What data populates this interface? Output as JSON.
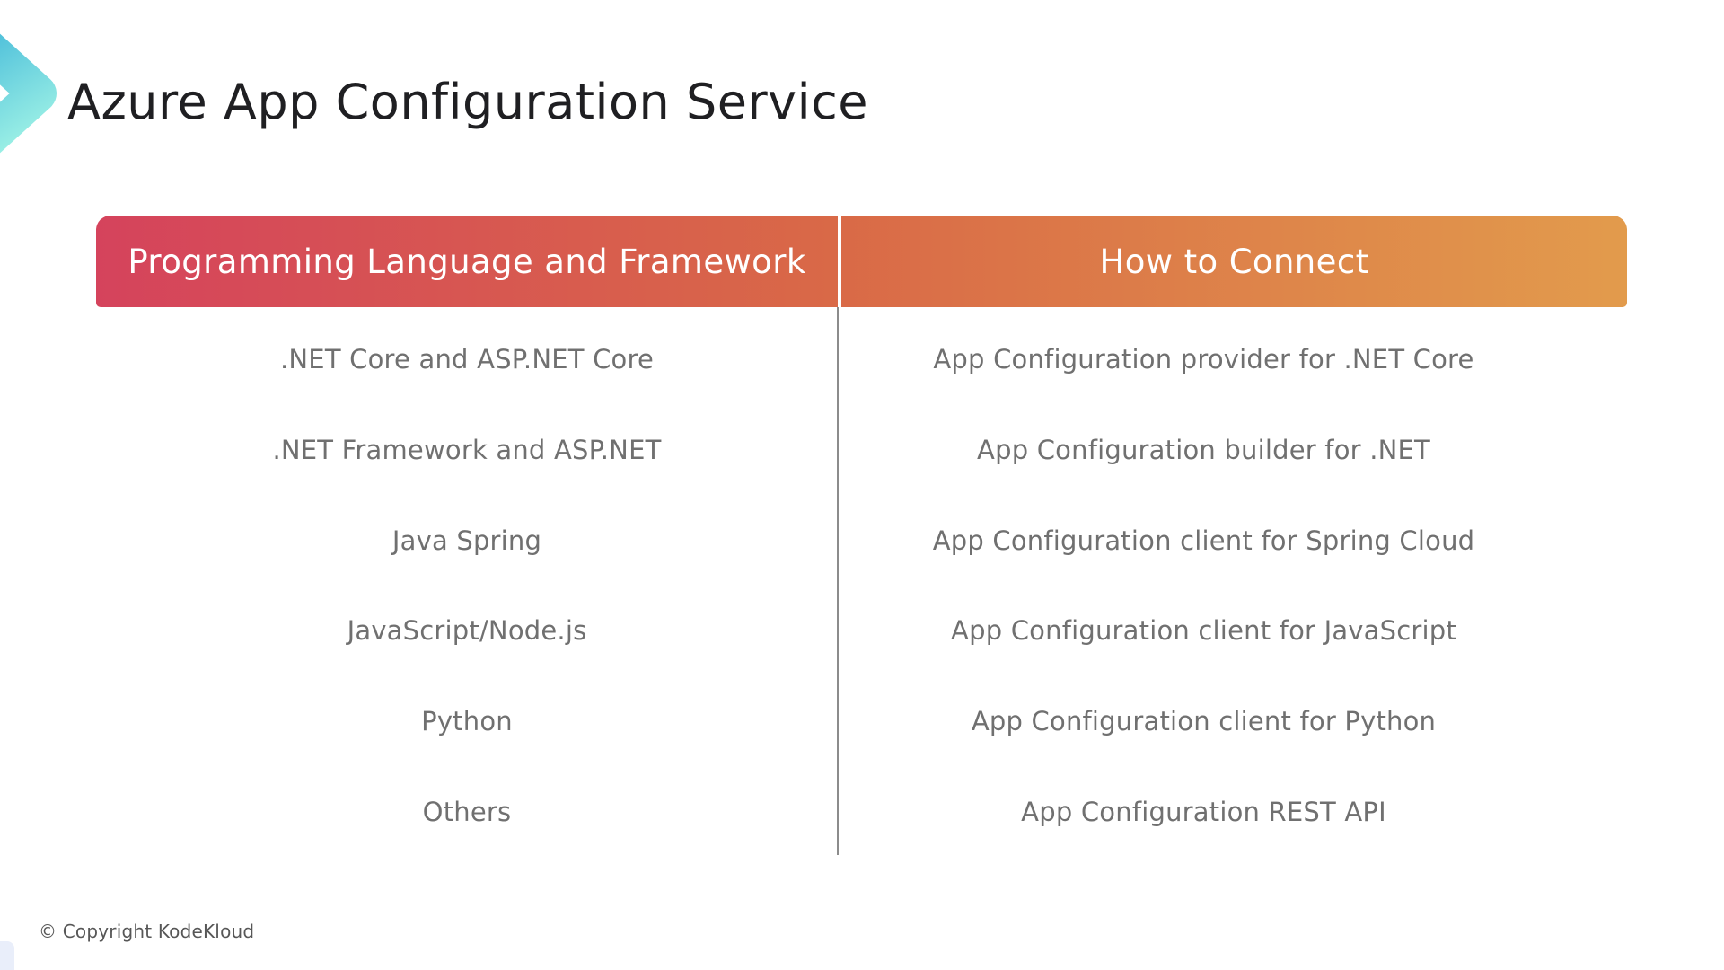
{
  "slide": {
    "title": "Azure App Configuration Service",
    "logo": {
      "name": "kodekloud-chevron-logo",
      "gradient_top": "#3eb5d8",
      "gradient_bottom": "#9aefe5"
    },
    "table": {
      "headers": [
        {
          "label": "Programming Language and Framework"
        },
        {
          "label": "How to Connect"
        }
      ],
      "header_gradient": [
        "#d5435c",
        "#d96947",
        "#e29b4c"
      ],
      "header_text_color": "#ffffff",
      "body_text_color": "#707070",
      "rows": [
        {
          "language": ".NET Core and ASP.NET Core",
          "connect": "App Configuration provider for .NET Core"
        },
        {
          "language": ".NET Framework and ASP.NET",
          "connect": "App Configuration builder for .NET"
        },
        {
          "language": "Java Spring",
          "connect": "App Configuration client for Spring Cloud"
        },
        {
          "language": "JavaScript/Node.js",
          "connect": "App Configuration client for JavaScript"
        },
        {
          "language": "Python",
          "connect": "App Configuration client for Python"
        },
        {
          "language": "Others",
          "connect": "App Configuration REST API"
        }
      ]
    },
    "footer": {
      "copyright": "© Copyright KodeKloud"
    }
  }
}
